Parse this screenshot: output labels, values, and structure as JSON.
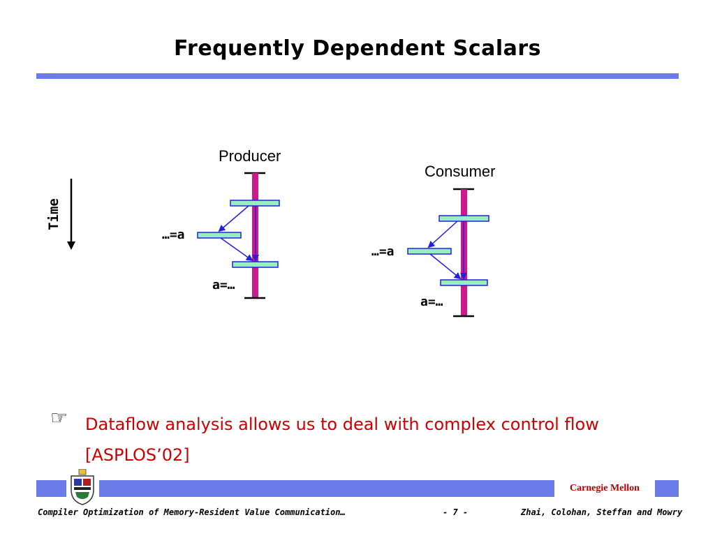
{
  "slide": {
    "title": "Frequently Dependent Scalars",
    "time_label": "Time"
  },
  "diagram": {
    "producer_label": "Producer",
    "consumer_label": "Consumer",
    "producer_use_label": "…=a",
    "producer_def_label": "a=…",
    "consumer_use_label": "…=a",
    "consumer_def_label": "a=…",
    "colors": {
      "thread": "#cc1a8c",
      "block_fill": "#99eec0",
      "block_border": "#2222dd",
      "arrow": "#2222dd",
      "rule": "#6b7be8"
    }
  },
  "bullet": {
    "icon": "pointing-hand-icon",
    "line1": "Dataflow analysis allows us to deal with complex control flow",
    "line2": "[ASPLOS’02]"
  },
  "footer": {
    "brand": "Carnegie Mellon",
    "left_text": "Compiler Optimization of Memory-Resident Value Communication…",
    "page": "- 7 -",
    "authors": "Zhai, Colohan, Steffan and Mowry"
  }
}
